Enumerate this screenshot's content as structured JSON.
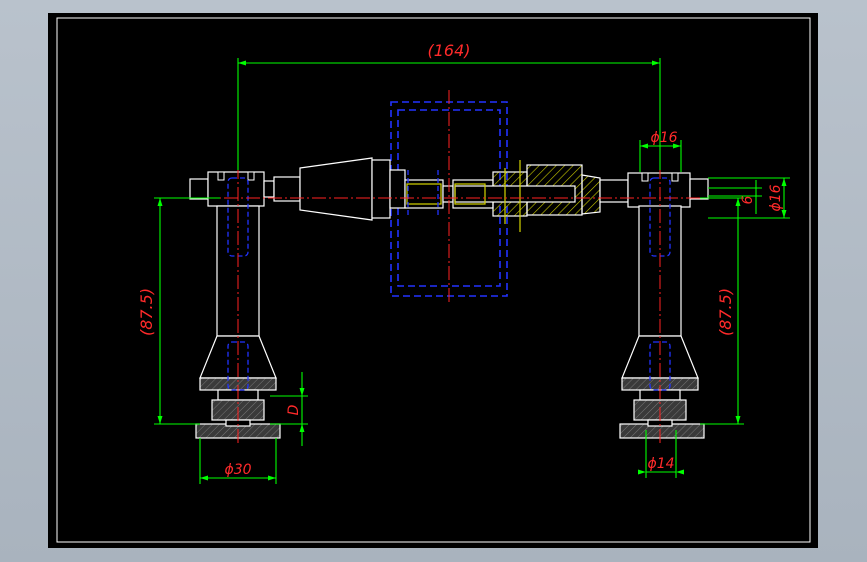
{
  "drawing": {
    "dimensions": {
      "overall_width": "(164)",
      "left_height": "(87.5)",
      "right_height": "(87.5)",
      "right_top_diameter": "ϕ16",
      "right_side_small": "6",
      "right_side_diameter": "ϕ16",
      "left_base_height": "D",
      "left_base_diameter": "ϕ30",
      "right_base_diameter": "ϕ14"
    },
    "colors": {
      "background": "#000000",
      "outline": "#ffffff",
      "dimension_line": "#00ff00",
      "dimension_text": "#ff2a2a",
      "hidden_line": "#2233ff",
      "center_line": "#ff2222",
      "hatch": "#c8c800",
      "section_fill": "#4a4a4a"
    }
  }
}
